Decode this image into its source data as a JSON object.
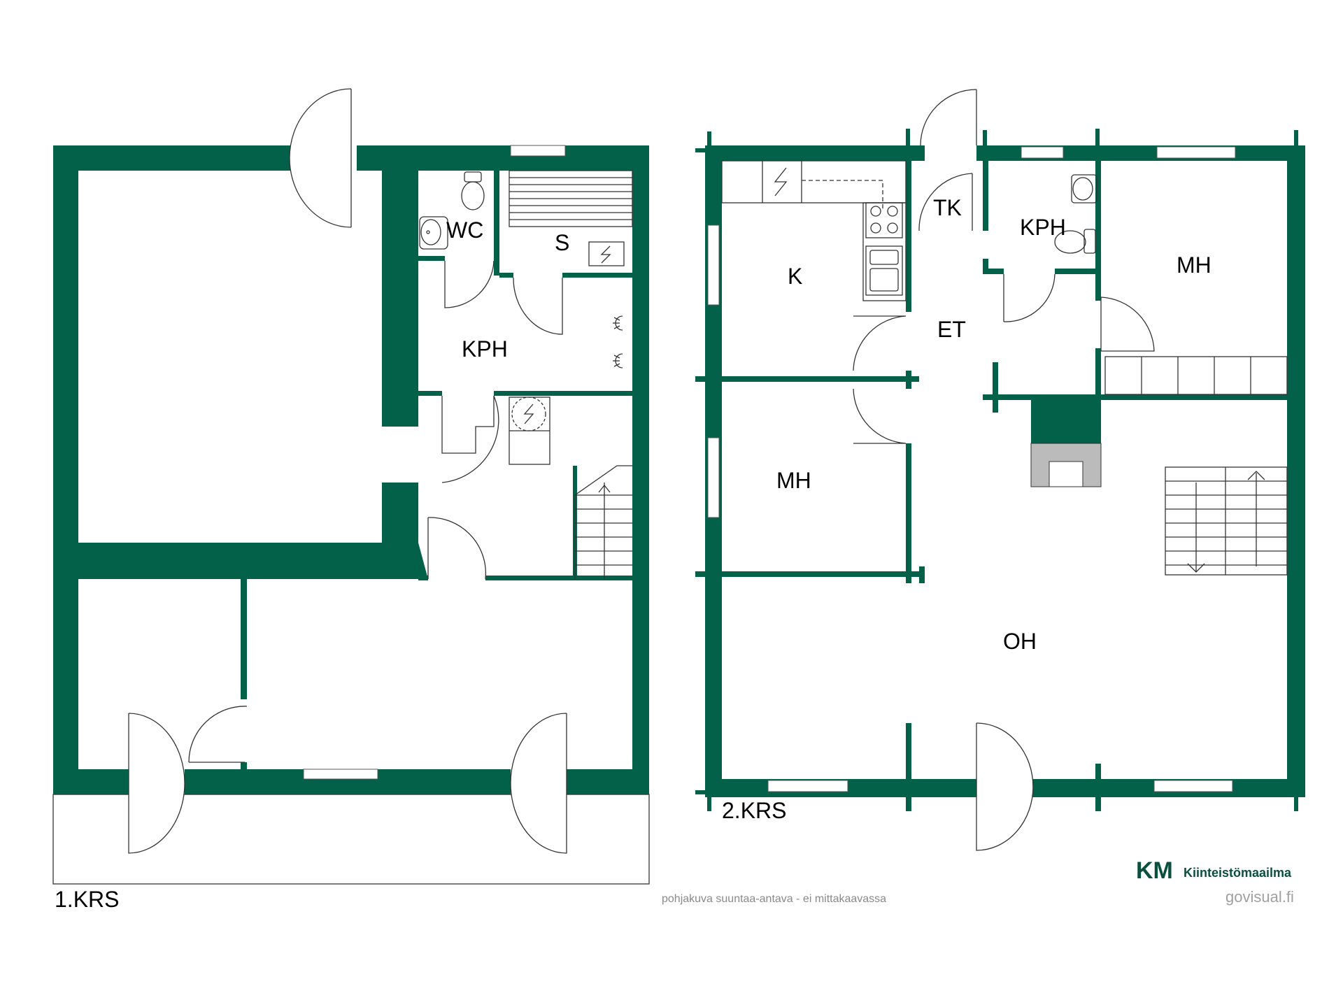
{
  "floors": {
    "first": {
      "label": "1.KRS"
    },
    "second": {
      "label": "2.KRS"
    }
  },
  "rooms": {
    "wc": "WC",
    "sauna": "S",
    "kph1": "KPH",
    "kitchen": "K",
    "tk": "TK",
    "kph2": "KPH",
    "mh1": "MH",
    "et": "ET",
    "mh2": "MH",
    "oh": "OH"
  },
  "footer": {
    "note": "pohjakuva suuntaa-antava - ei mittakaavassa",
    "brand_mark": "KM",
    "brand_name": "Kiinteistömaailma",
    "site": "govisual.fi"
  },
  "colors": {
    "wall": "#036149",
    "brand": "#0b4f3e",
    "brand_accent": "#3cc36b"
  }
}
